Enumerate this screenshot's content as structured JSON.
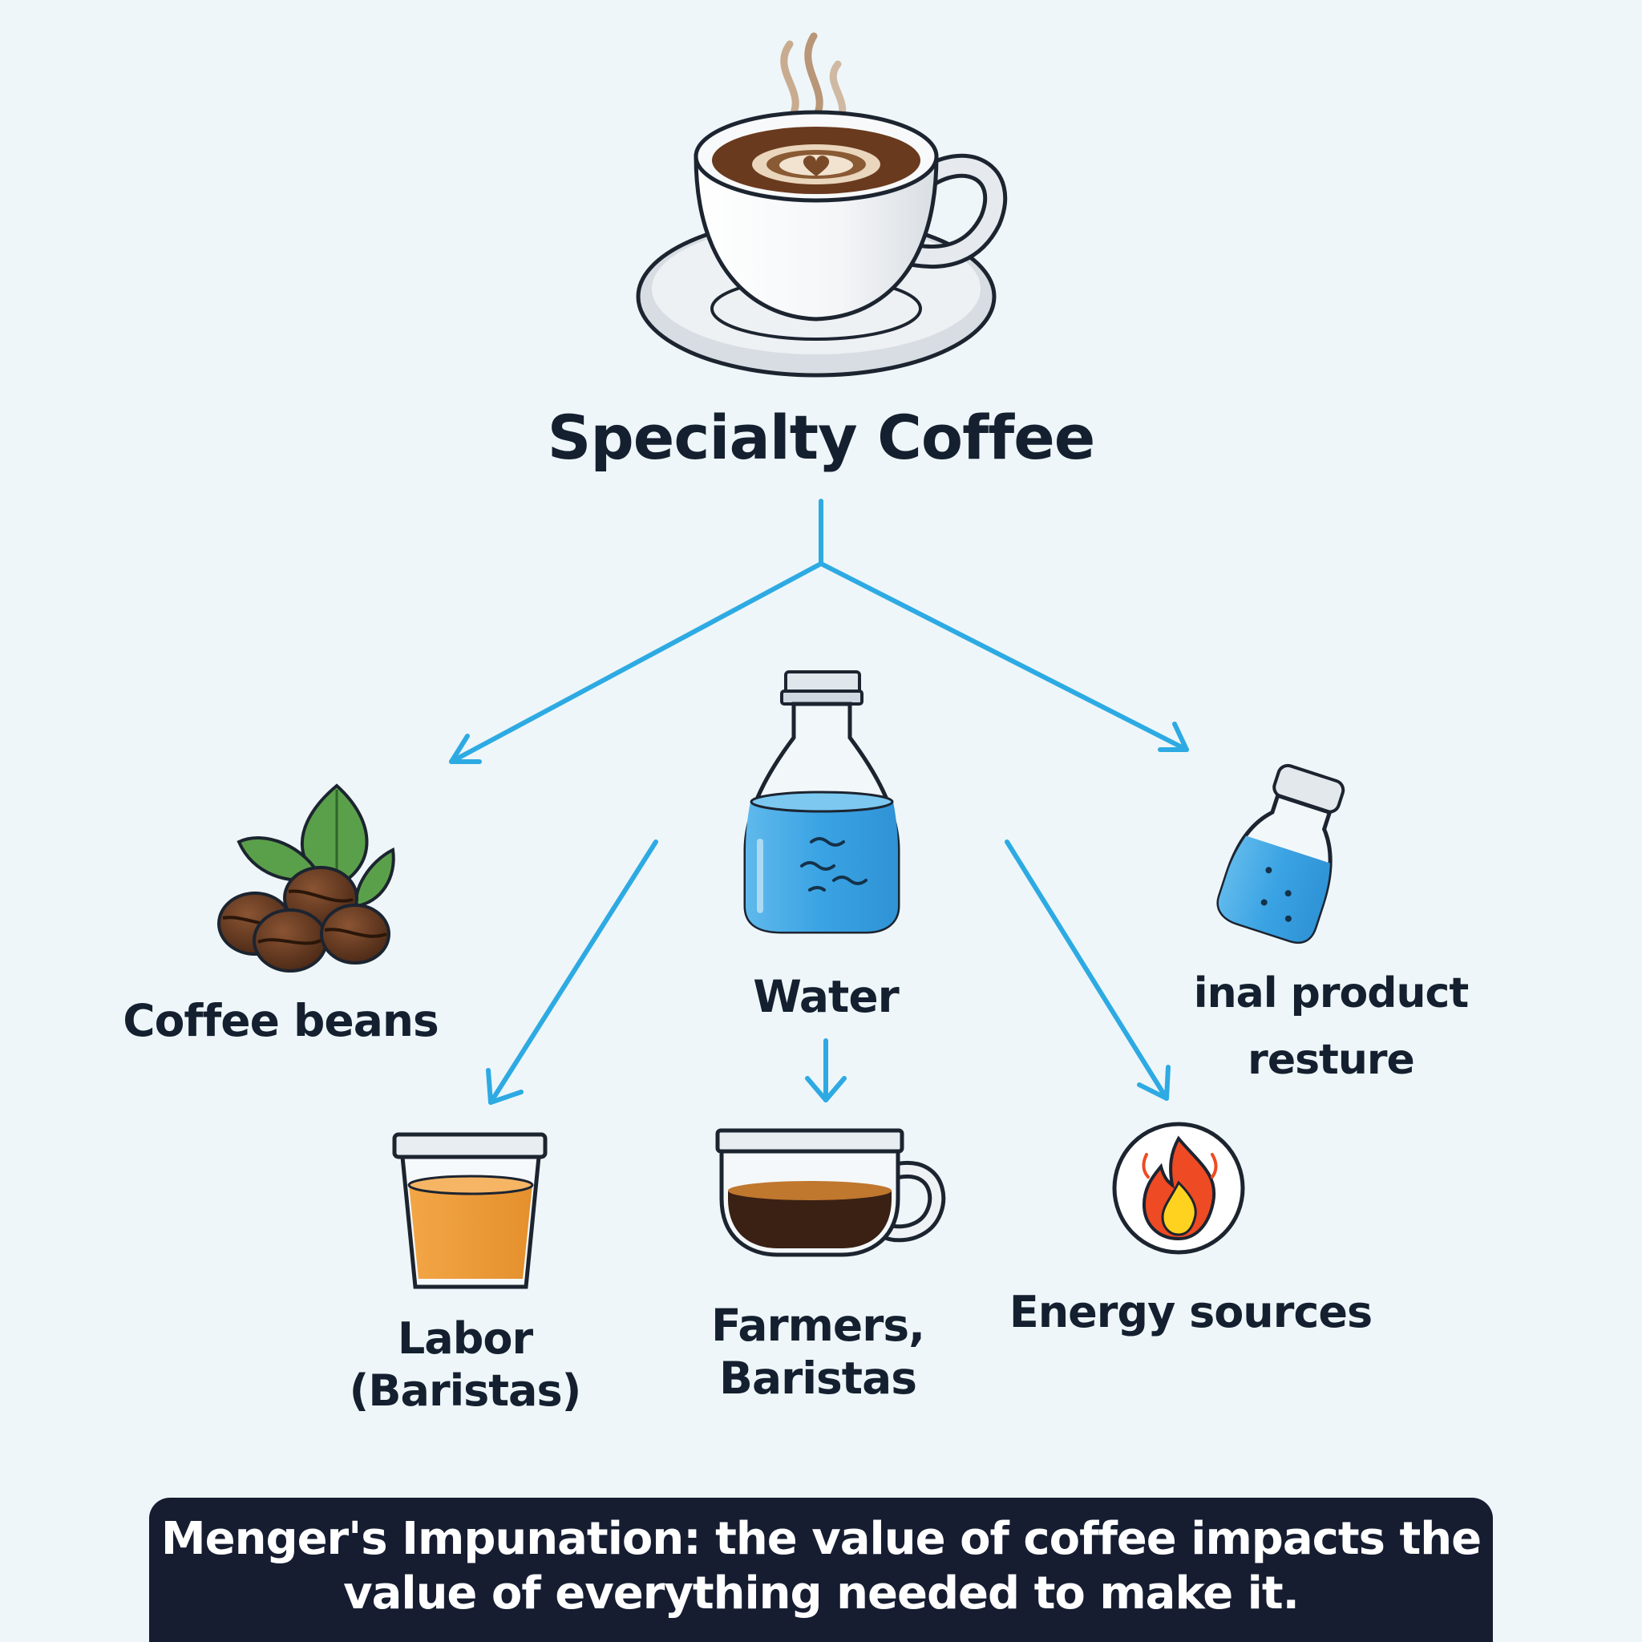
{
  "diagram": {
    "title": "Specialty Coffee",
    "nodes": [
      {
        "id": "coffee_beans",
        "label": [
          "Coffee beans"
        ],
        "icon": "coffee-beans-icon"
      },
      {
        "id": "water",
        "label": [
          "Water"
        ],
        "icon": "water-bottle-icon"
      },
      {
        "id": "final_product",
        "label": [
          "inal product",
          "resture"
        ],
        "icon": "small-bottle-icon"
      },
      {
        "id": "labor",
        "label": [
          "Labor",
          "(Baristas)"
        ],
        "icon": "cup-icon"
      },
      {
        "id": "farmers",
        "label": [
          "Farmers,",
          "Baristas"
        ],
        "icon": "glass-mug-icon"
      },
      {
        "id": "energy",
        "label": [
          "Energy sources"
        ],
        "icon": "fire-icon"
      }
    ],
    "caption": [
      "Menger's Impunation: the value of coffee impacts the",
      "value of everything needed to make it."
    ]
  },
  "colors": {
    "background": "#eef6f9",
    "arrow": "#2eaae3",
    "text": "#14202f",
    "caption_bg": "#161d31",
    "caption_text": "#ffffff"
  }
}
